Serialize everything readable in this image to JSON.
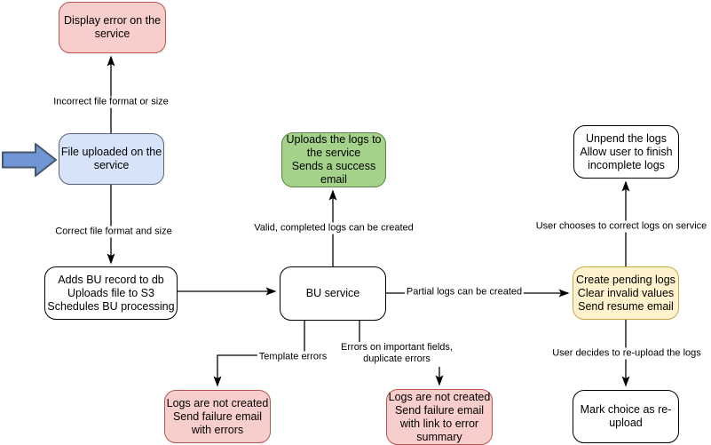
{
  "palette": {
    "canvas_bg": "#ffffff",
    "pink_fill": "#f8cecc",
    "pink_stroke": "#b85450",
    "blue_fill": "#d7e3f8",
    "blue_stroke": "#56657a",
    "green_fill": "#a5d28a",
    "green_stroke": "#5e8747",
    "yellow_fill": "#fff2cc",
    "yellow_stroke": "#c7a94f",
    "white_fill": "#ffffff",
    "black_stroke": "#000000",
    "start_arrow_fill": "#6f95d5",
    "start_arrow_stroke": "#44576b"
  },
  "nodes": {
    "display_error": {
      "label": "Display error on the\nservice",
      "fill": "#f8cecc",
      "stroke": "#b85450"
    },
    "file_uploaded": {
      "label": "File uploaded on the\nservice",
      "fill": "#d7e3f8",
      "stroke": "#56657a"
    },
    "adds_bu_record": {
      "label": "Adds BU record to db\nUploads file to S3\nSchedules BU processing",
      "fill": "#ffffff",
      "stroke": "#000000"
    },
    "bu_service": {
      "label": "BU service",
      "fill": "#ffffff",
      "stroke": "#000000"
    },
    "uploads_logs": {
      "label": "Uploads the logs to\nthe service\nSends a success\nemail",
      "fill": "#a5d28a",
      "stroke": "#5e8747"
    },
    "create_pending": {
      "label": "Create pending logs\nClear invalid values\nSend resume email",
      "fill": "#fff2cc",
      "stroke": "#c7a94f"
    },
    "unpend_logs": {
      "label": "Unpend the logs\nAllow user to finish\nincomplete logs",
      "fill": "#ffffff",
      "stroke": "#000000"
    },
    "mark_choice": {
      "label": "Mark choice as re-\nupload",
      "fill": "#ffffff",
      "stroke": "#000000"
    },
    "logs_not_created_errors": {
      "label": "Logs are not created\nSend failure email\nwith errors",
      "fill": "#f8cecc",
      "stroke": "#b85450"
    },
    "logs_not_created_summary": {
      "label": "Logs are not created\nSend failure email\nwith link to error\nsummary",
      "fill": "#f8cecc",
      "stroke": "#b85450"
    }
  },
  "edge_labels": {
    "incorrect_file": "Incorrect file format or size",
    "correct_file": "Correct file format and size",
    "valid_logs": "Valid, completed logs can be created",
    "partial_logs": "Partial logs can be created",
    "user_correct": "User chooses to correct logs on service",
    "user_reupload": "User decides to re-upload the logs",
    "template_errors": "Template errors",
    "important_fields": "Errors on important fields,\nduplicate errors"
  },
  "icons": {
    "start_arrow": "thick-blue-right-arrow"
  }
}
